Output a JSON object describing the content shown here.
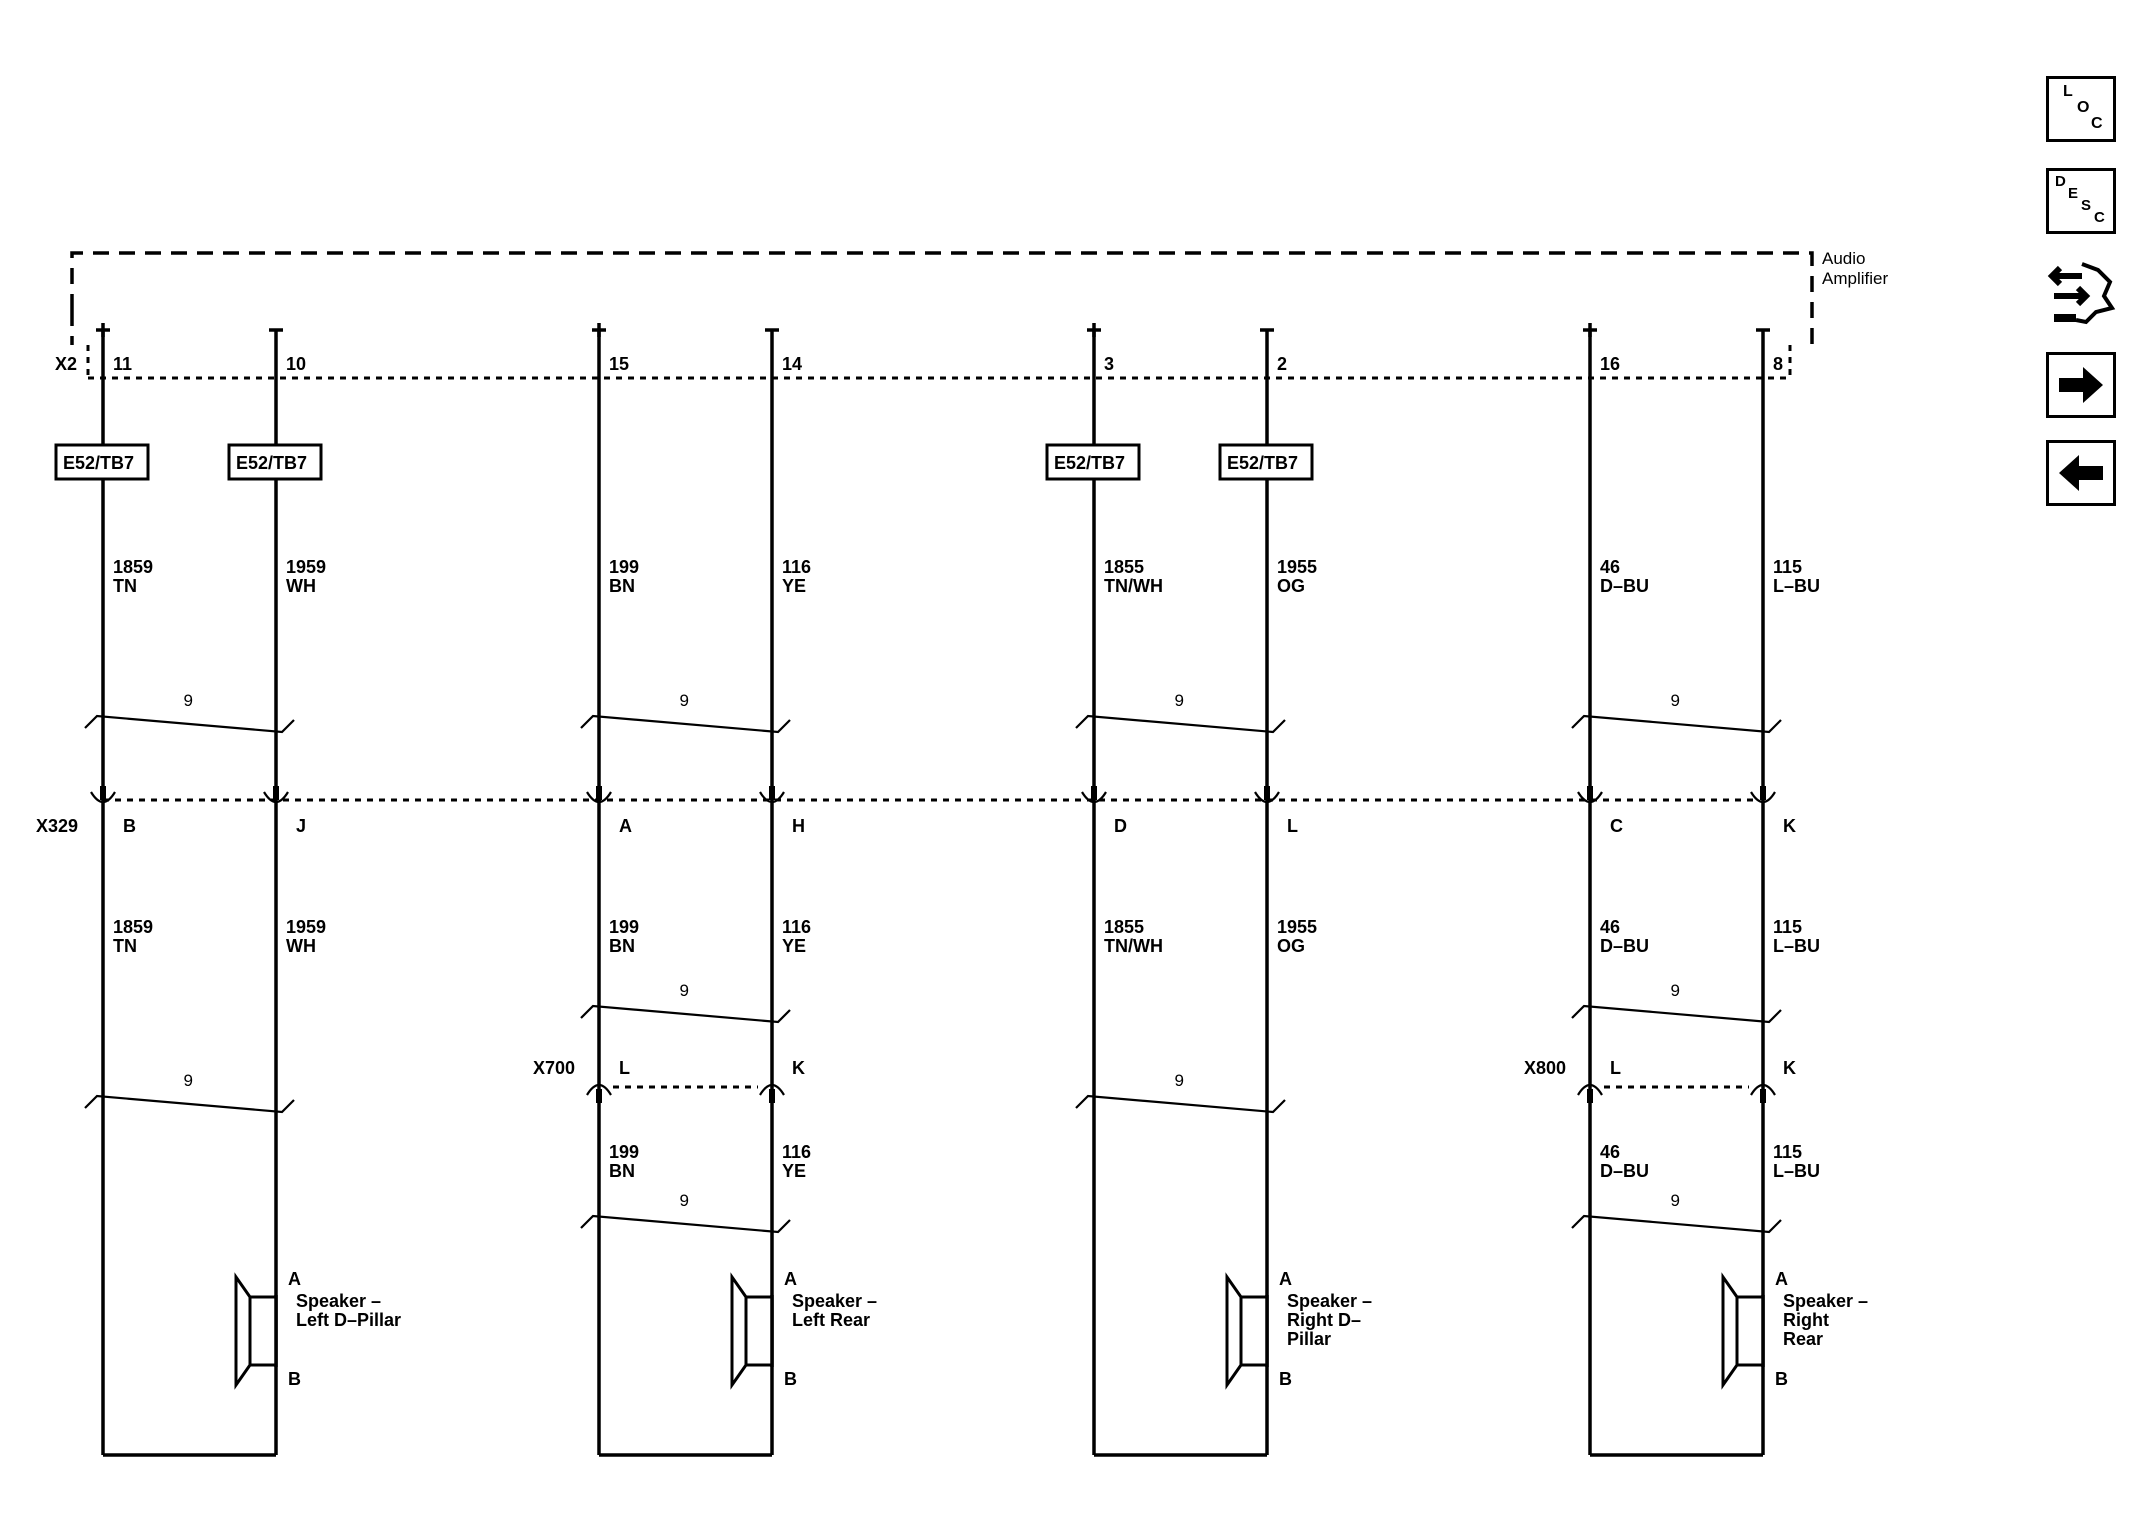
{
  "amplifier": {
    "line1": "Audio",
    "line2": "Amplifier",
    "connector": "X2"
  },
  "inline_connector_main": "X329",
  "splice_label": "E52/TB7",
  "twist_label": "9",
  "channels": [
    {
      "pos": {
        "pin": "11",
        "sign": "+",
        "splice": true,
        "wire_num": "1859",
        "wire_color": "TN",
        "x329_pin": "B"
      },
      "neg": {
        "pin": "10",
        "sign": "–",
        "splice": true,
        "wire_num": "1959",
        "wire_color": "WH",
        "x329_pin": "J"
      },
      "speaker": {
        "pin_a": "A",
        "pin_b": "B",
        "label_lines": [
          "Speaker –",
          "Left D–Pillar"
        ]
      }
    },
    {
      "pos": {
        "pin": "15",
        "sign": "+",
        "splice": false,
        "wire_num": "199",
        "wire_color": "BN",
        "x329_pin": "A"
      },
      "neg": {
        "pin": "14",
        "sign": "–",
        "splice": false,
        "wire_num": "116",
        "wire_color": "YE",
        "x329_pin": "H"
      },
      "inline": {
        "name": "X700",
        "pos_pin": "L",
        "neg_pin": "K"
      },
      "speaker": {
        "pin_a": "A",
        "pin_b": "B",
        "label_lines": [
          "Speaker –",
          "Left Rear"
        ]
      }
    },
    {
      "pos": {
        "pin": "3",
        "sign": "+",
        "splice": true,
        "wire_num": "1855",
        "wire_color": "TN/WH",
        "x329_pin": "D"
      },
      "neg": {
        "pin": "2",
        "sign": "–",
        "splice": true,
        "wire_num": "1955",
        "wire_color": "OG",
        "x329_pin": "L"
      },
      "speaker": {
        "pin_a": "A",
        "pin_b": "B",
        "label_lines": [
          "Speaker –",
          "Right D–",
          "Pillar"
        ]
      }
    },
    {
      "pos": {
        "pin": "16",
        "sign": "+",
        "splice": false,
        "wire_num": "46",
        "wire_color": "D–BU",
        "x329_pin": "C"
      },
      "neg": {
        "pin": "8",
        "sign": "–",
        "splice": false,
        "wire_num": "115",
        "wire_color": "L–BU",
        "x329_pin": "K"
      },
      "inline": {
        "name": "X800",
        "pos_pin": "L",
        "neg_pin": "K"
      },
      "speaker": {
        "pin_a": "A",
        "pin_b": "B",
        "label_lines": [
          "Speaker –",
          "Right",
          "Rear"
        ]
      }
    }
  ],
  "nav": {
    "loc": {
      "letters": [
        "L",
        "O",
        "C"
      ],
      "icon": "loc-icon"
    },
    "desc": {
      "letters": [
        "D",
        "E",
        "S",
        "C"
      ],
      "icon": "desc-icon"
    },
    "connector_icon": "connector-hand-icon",
    "next_icon": "arrow-right-icon",
    "prev_icon": "arrow-left-icon"
  }
}
